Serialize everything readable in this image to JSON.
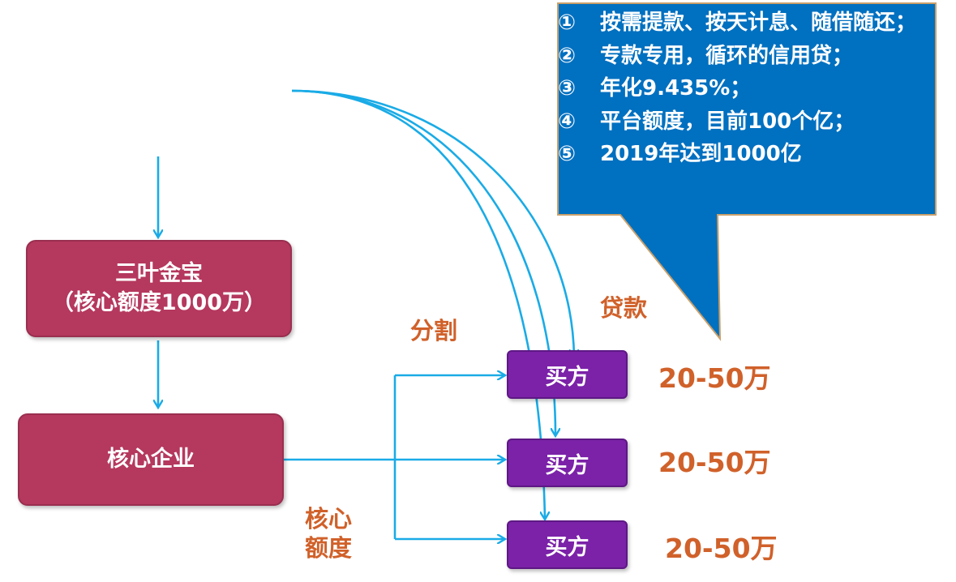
{
  "callout": {
    "items": [
      {
        "marker": "①",
        "text": "按需提款、按天计息、随借随还；"
      },
      {
        "marker": "②",
        "text": "专款专用，循环的信用贷；"
      },
      {
        "marker": "③",
        "text": "年化9.435%；"
      },
      {
        "marker": "④",
        "text": "平台额度，目前100个亿；"
      },
      {
        "marker": "⑤",
        "text": "2019年达到1000亿"
      }
    ],
    "fill_color": "#0070c0",
    "border_color": "#c9a06b"
  },
  "nodes": {
    "sanye": {
      "line1": "三叶金宝",
      "line2": "（核心额度1000万）"
    },
    "core_enterprise": {
      "label": "核心企业"
    },
    "buyers": [
      {
        "label": "买方",
        "amount": "20-50万"
      },
      {
        "label": "买方",
        "amount": "20-50万"
      },
      {
        "label": "买方",
        "amount": "20-50万"
      }
    ]
  },
  "labels": {
    "split": "分割",
    "loan": "贷款",
    "core_quota": "核心额度"
  },
  "colors": {
    "arrow": "#1aabe6",
    "node_crimson": "#b5385e",
    "node_buyer": "#7b22a8",
    "label_orange": "#d0612a"
  }
}
